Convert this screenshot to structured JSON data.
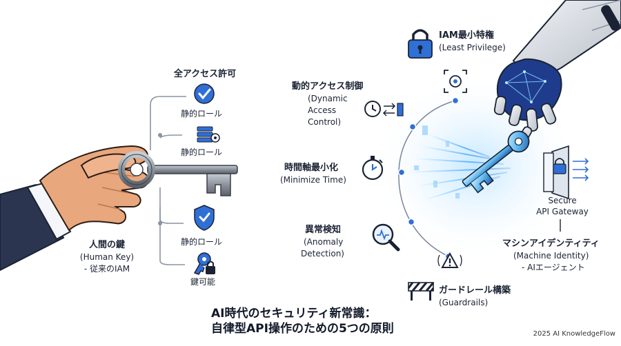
{
  "title": {
    "line1": "AI時代のセキュリティ新常識：",
    "line2": "自律型API操作のための5つの原則"
  },
  "credit": "2025 AI KnowledgeFlow",
  "human": {
    "access_all": "全アクセス許可",
    "roles": [
      "静的ロール",
      "静的ロール",
      "静的ロール"
    ],
    "key_ability": "鍵可能",
    "key_title": "人間の鍵",
    "key_en": "(Human Key)",
    "key_sub": "- 従来のIAM"
  },
  "principles": {
    "least_privilege": {
      "ja": "IAM最小特権",
      "en": "(Least Privilege)"
    },
    "dynamic_access": {
      "ja": "動的アクセス制御",
      "en": [
        "(Dynamic",
        "Access",
        "Control)"
      ]
    },
    "minimize_time": {
      "ja": "時間軸最小化",
      "en": "(Minimize Time)"
    },
    "anomaly": {
      "ja": "異常検知",
      "en": [
        "(Anomaly",
        "Detection)"
      ]
    },
    "guardrails": {
      "ja": "ガードレール構築",
      "en": "(Guardrails)"
    }
  },
  "gateway": {
    "line1": "Secure",
    "line2": "API Gateway"
  },
  "machine": {
    "title": "マシンアイデンティティ",
    "en": "(Machine Identity)",
    "sub": "- AIエージェント"
  },
  "colors": {
    "accent": "#2f6fd6",
    "navy": "#1a2233",
    "skin": "#e8a77d",
    "sleeve": "#2b3550",
    "key_metal": "#8d939c",
    "glow": "#58b8ff"
  }
}
